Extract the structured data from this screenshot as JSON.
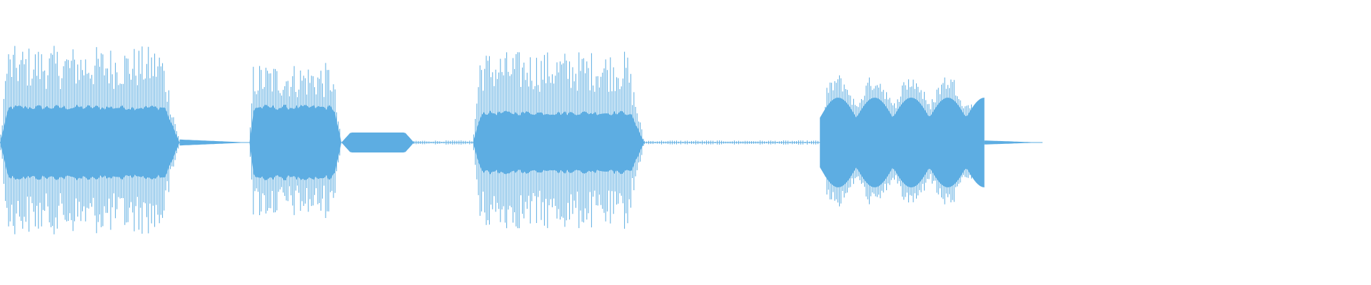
{
  "waveform": {
    "color": "#5dade2",
    "background": "#ffffff",
    "duration_fraction_with_audio": 0.77,
    "segments": [
      {
        "name": "burst-1",
        "start": 0.0,
        "end": 0.131,
        "peak": 0.97,
        "body": 0.38,
        "style": "dense"
      },
      {
        "name": "tail-1",
        "start": 0.131,
        "end": 0.182,
        "peak": 0.05,
        "body": 0.03,
        "style": "fade"
      },
      {
        "name": "burst-2",
        "start": 0.182,
        "end": 0.249,
        "peak": 0.8,
        "body": 0.38,
        "style": "dense"
      },
      {
        "name": "hum-1",
        "start": 0.249,
        "end": 0.302,
        "peak": 0.1,
        "body": 0.1,
        "style": "hum"
      },
      {
        "name": "gap-1",
        "start": 0.302,
        "end": 0.345,
        "peak": 0.01,
        "body": 0.01,
        "style": "flat"
      },
      {
        "name": "burst-3",
        "start": 0.345,
        "end": 0.47,
        "peak": 0.92,
        "body": 0.32,
        "style": "dense"
      },
      {
        "name": "gap-2",
        "start": 0.47,
        "end": 0.598,
        "peak": 0.01,
        "body": 0.01,
        "style": "flat"
      },
      {
        "name": "burst-4",
        "start": 0.598,
        "end": 0.718,
        "peak": 0.69,
        "body": 0.45,
        "style": "wavy"
      },
      {
        "name": "tail-2",
        "start": 0.718,
        "end": 0.76,
        "peak": 0.06,
        "body": 0.02,
        "style": "fade"
      }
    ]
  }
}
